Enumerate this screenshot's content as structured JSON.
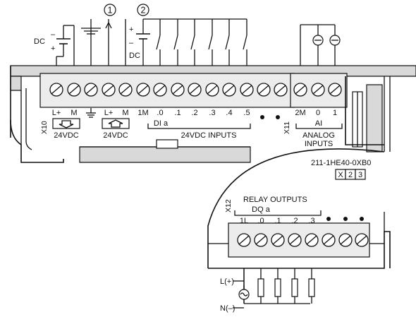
{
  "callouts": [
    "1",
    "2"
  ],
  "x10": {
    "connector": "X10",
    "supply_labels": [
      "L+",
      "M"
    ],
    "sensor_labels": [
      "L+",
      "M"
    ],
    "supply_voltage": "24VDC",
    "sensor_voltage": "24VDC",
    "input_labels": [
      "1M",
      ".0",
      ".1",
      ".2",
      ".3",
      ".4",
      ".5"
    ],
    "di_label": "DI a",
    "inputs_label": "24VDC INPUTS"
  },
  "x11": {
    "connector": "X11",
    "labels": [
      "2M",
      "0",
      "1"
    ],
    "ai_label": "AI",
    "analog_label_1": "ANALOG",
    "analog_label_2": "INPUTS"
  },
  "module": {
    "part_number": "211-1HE40-0XB0",
    "boxes": [
      "X",
      "2",
      "3"
    ]
  },
  "x12": {
    "connector": "X12",
    "title": "RELAY OUTPUTS",
    "dq_label": "DQ a",
    "labels": [
      "1L",
      ".0",
      ".1",
      ".2",
      ".3"
    ]
  },
  "supply_dc": {
    "minus": "–",
    "plus": "+",
    "label": "DC"
  },
  "sensor_dc": {
    "plus": "+",
    "minus": "–",
    "label": "DC"
  },
  "ac_supply": {
    "line": "L(+)",
    "neutral": "N(–)"
  }
}
